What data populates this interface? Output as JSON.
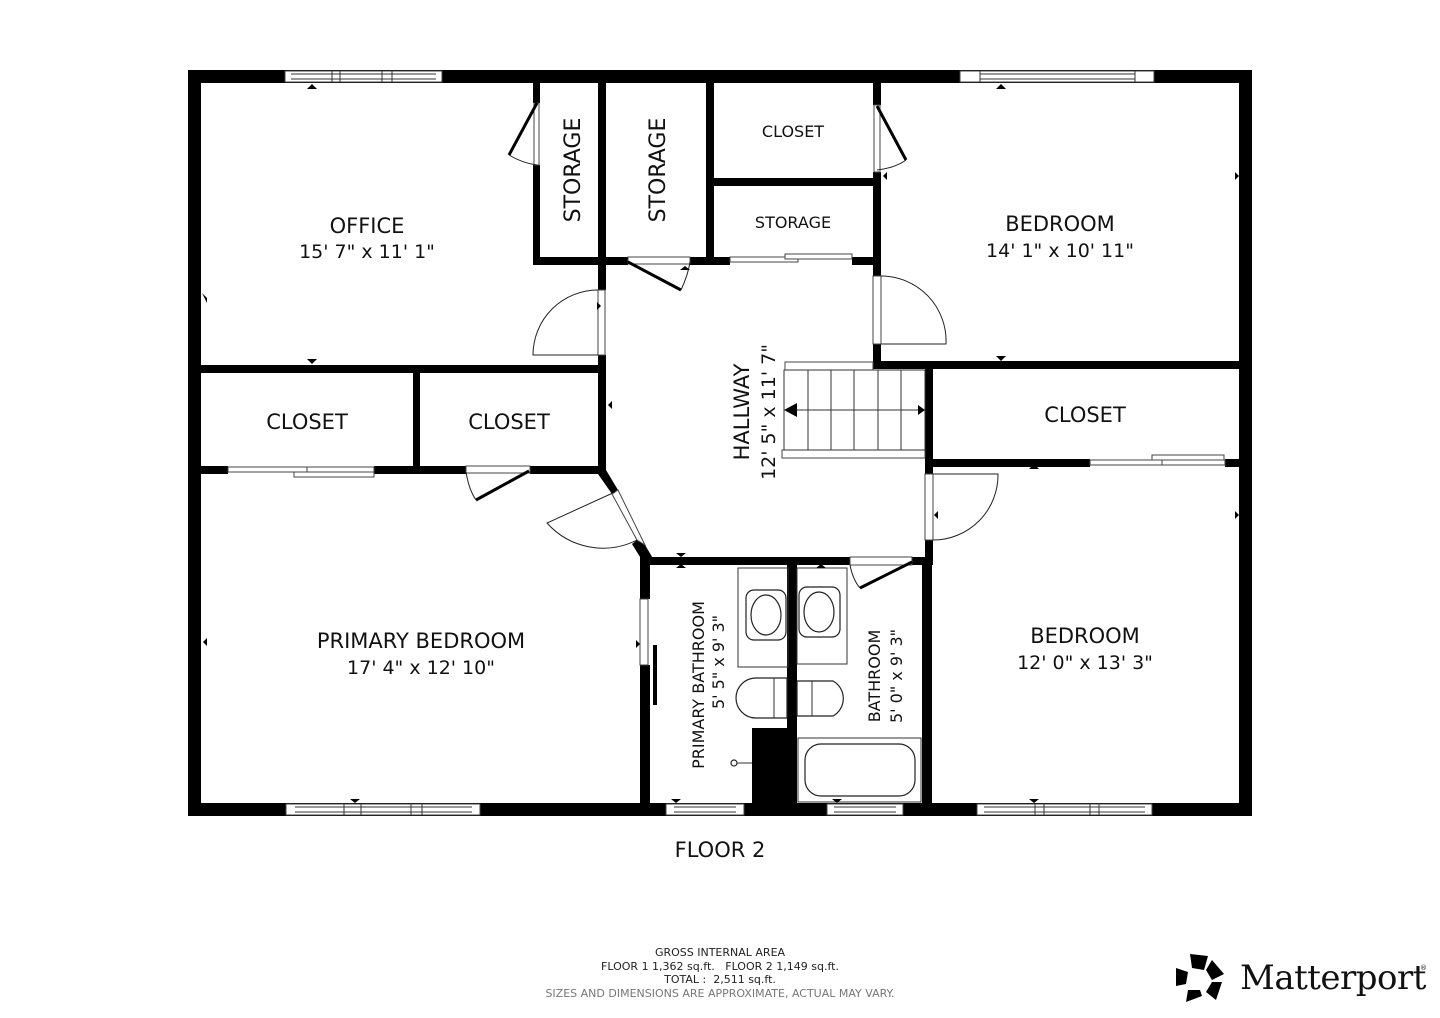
{
  "floor_title": "FLOOR 2",
  "rooms": {
    "office": {
      "name": "OFFICE",
      "dims": "15' 7\" x 11' 1\""
    },
    "storage_1": {
      "name": "STORAGE"
    },
    "storage_2": {
      "name": "STORAGE"
    },
    "closet_top": {
      "name": "CLOSET"
    },
    "storage_small": {
      "name": "STORAGE"
    },
    "bedroom_top_right": {
      "name": "BEDROOM",
      "dims": "14' 1\" x 10' 11\""
    },
    "closet_left": {
      "name": "CLOSET"
    },
    "closet_middle": {
      "name": "CLOSET"
    },
    "closet_right": {
      "name": "CLOSET"
    },
    "hallway": {
      "name": "HALLWAY",
      "dims": "12' 5\" x 11' 7\""
    },
    "primary_bedroom": {
      "name": "PRIMARY BEDROOM",
      "dims": "17' 4\" x 12' 10\""
    },
    "primary_bathroom": {
      "name": "PRIMARY BATHROOM",
      "dims": "5' 5\" x 9' 3\""
    },
    "bathroom": {
      "name": "BATHROOM",
      "dims": "5' 0\" x 9' 3\""
    },
    "bedroom_bottom_right": {
      "name": "BEDROOM",
      "dims": "12' 0\" x 13' 3\""
    }
  },
  "gross_internal_area": {
    "heading": "GROSS INTERNAL AREA",
    "floors_line": "FLOOR 1 1,362 sq.ft.   FLOOR 2 1,149 sq.ft.",
    "total_line": "TOTAL :  2,511 sq.ft.",
    "disclaimer": "SIZES AND DIMENSIONS ARE APPROXIMATE, ACTUAL MAY VARY."
  },
  "brand": {
    "name": "Matterport",
    "registered": "®",
    "icon": "matterport-logo-icon"
  },
  "colors": {
    "wall": "#000000",
    "background": "#ffffff",
    "text": "#111111",
    "disclaimer": "#777777"
  }
}
